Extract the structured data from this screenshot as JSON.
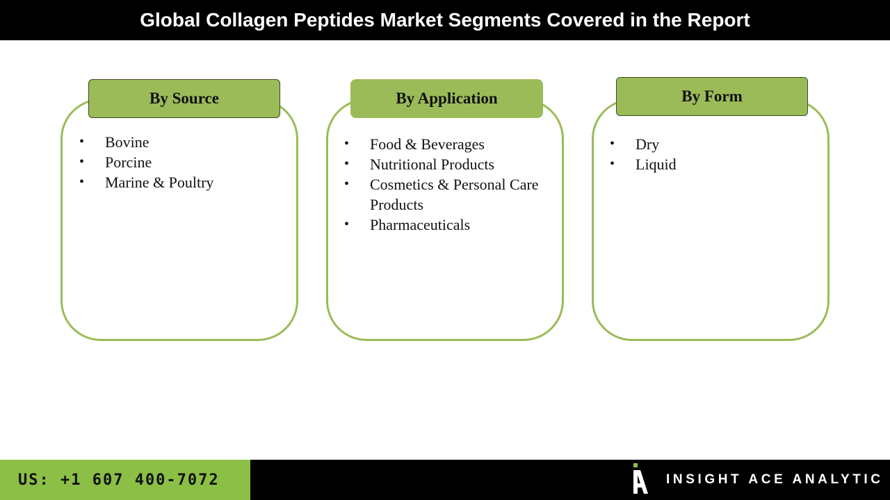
{
  "header": {
    "title": "Global Collagen Peptides Market Segments Covered in the Report"
  },
  "segments": [
    {
      "label": "By Source",
      "items": [
        "Bovine",
        "Porcine",
        "Marine & Poultry"
      ]
    },
    {
      "label": "By Application",
      "items": [
        "Food & Beverages",
        "Nutritional Products",
        "Cosmetics & Personal Care Products",
        "Pharmaceuticals"
      ]
    },
    {
      "label": "By Form",
      "items": [
        "Dry",
        "Liquid"
      ]
    }
  ],
  "footer": {
    "phone": "US: +1 607 400-7072",
    "brand": "INSIGHT ACE ANALYTIC",
    "logo_icon": "insight-ace-logo-icon"
  },
  "colors": {
    "accent_green": "#9bbb59",
    "footer_green": "#8cbf45",
    "header_bg": "#000000"
  }
}
